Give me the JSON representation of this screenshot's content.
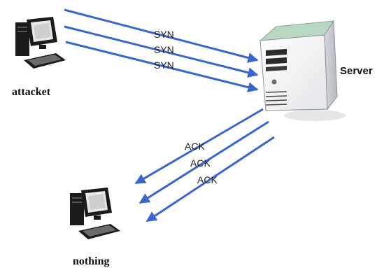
{
  "nodes": {
    "attacker": {
      "label": "attacket"
    },
    "server": {
      "label": "Server"
    },
    "victim": {
      "label": "nothing"
    }
  },
  "arrows": {
    "syn": [
      "SYN",
      "SYN",
      "SYN"
    ],
    "ack": [
      "ACK",
      "ACK",
      "ACK"
    ]
  },
  "colors": {
    "arrow": "#3a66c9",
    "monitor": "#1b1b1b",
    "server_body": "#f1f2f4",
    "server_top": "#b9d8c4"
  },
  "icons": {
    "attacker": "desktop-computer-icon",
    "server": "server-tower-icon",
    "victim": "desktop-computer-icon"
  }
}
